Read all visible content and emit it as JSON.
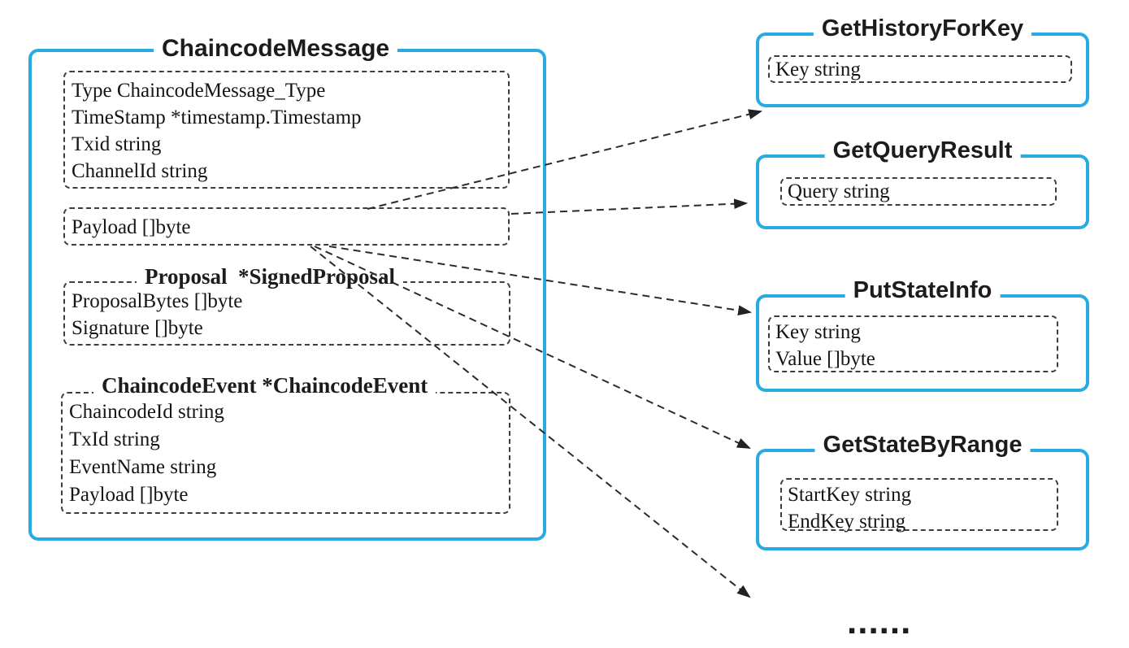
{
  "diagram": {
    "accent_color": "#29ABE2",
    "main_box": {
      "title": "ChaincodeMessage",
      "sections": [
        {
          "fields": [
            "Type ChaincodeMessage_Type",
            "TimeStamp *timestamp.Timestamp",
            "Txid string",
            "ChannelId string"
          ]
        },
        {
          "fields": [
            "Payload []byte"
          ]
        },
        {
          "header": "Proposal  *SignedProposal",
          "fields": [
            "ProposalBytes []byte",
            "Signature []byte"
          ]
        },
        {
          "header": "ChaincodeEvent *ChaincodeEvent",
          "fields": [
            "ChaincodeId string",
            "TxId string",
            "EventName string",
            "Payload []byte"
          ]
        }
      ]
    },
    "message_boxes": [
      {
        "title": "GetHistoryForKey",
        "fields": [
          "Key string"
        ]
      },
      {
        "title": "GetQueryResult",
        "fields": [
          "Query string"
        ]
      },
      {
        "title": "PutStateInfo",
        "fields": [
          "Key string",
          "Value []byte"
        ]
      },
      {
        "title": "GetStateByRange",
        "fields": [
          "StartKey string",
          "EndKey string"
        ]
      }
    ],
    "ellipsis": "......",
    "connections": [
      {
        "from": "Payload []byte",
        "to": "GetHistoryForKey"
      },
      {
        "from": "Payload []byte",
        "to": "GetQueryResult"
      },
      {
        "from": "Payload []byte",
        "to": "PutStateInfo"
      },
      {
        "from": "Payload []byte",
        "to": "GetStateByRange"
      },
      {
        "from": "Payload []byte",
        "to": "......"
      }
    ]
  }
}
